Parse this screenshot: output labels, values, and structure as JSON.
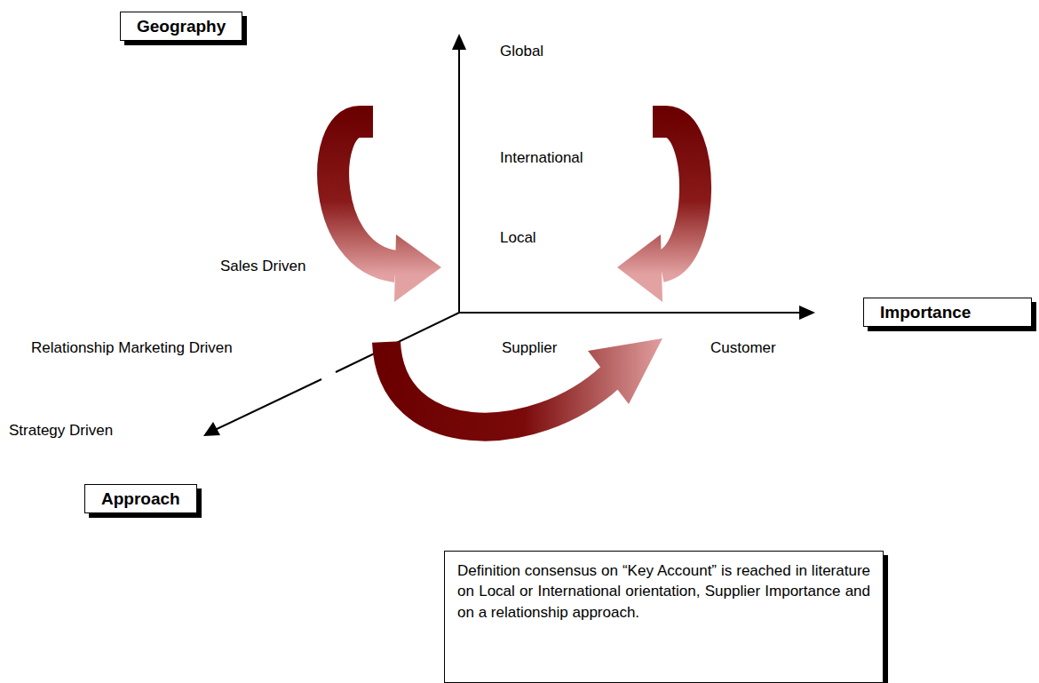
{
  "diagram": {
    "nodes": [
      {
        "text": [
          "Geography"
        ]
      },
      {
        "text": [
          "Importance"
        ]
      },
      {
        "text": [
          "Approach"
        ]
      },
      {
        "text": [
          "Definition consensus on “Key Account” is reached in literature on Local or International orientation, Supplier Importance and on a relationship approach."
        ]
      }
    ],
    "labels": [
      "Global",
      "International",
      "Local",
      "Sales Driven",
      "Relationship Marketing Driven",
      "Strategy Driven",
      "Supplier",
      "Customer"
    ]
  }
}
